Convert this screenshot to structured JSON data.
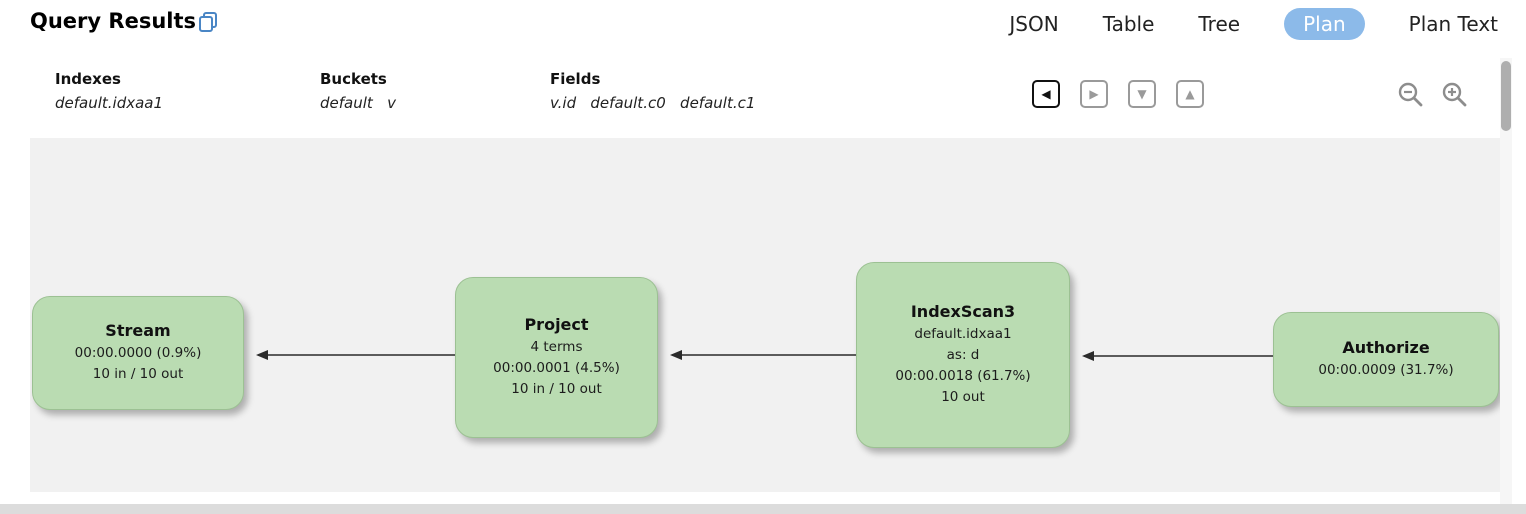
{
  "header": {
    "title": "Query Results",
    "tabs": [
      {
        "label": "JSON"
      },
      {
        "label": "Table"
      },
      {
        "label": "Tree"
      },
      {
        "label": "Plan"
      },
      {
        "label": "Plan Text"
      }
    ]
  },
  "toolbar": {
    "indexes_label": "Indexes",
    "indexes_value": "default.idxaa1",
    "buckets_label": "Buckets",
    "buckets_value": "default   v",
    "fields_label": "Fields",
    "fields_value": "v.id   default.c0   default.c1",
    "nav_icons": {
      "left": "◀",
      "right": "▶",
      "down": "▼",
      "up": "▲"
    }
  },
  "nodes": [
    {
      "title": "Stream",
      "lines": [
        "00:00.0000 (0.9%)",
        "10 in / 10 out"
      ]
    },
    {
      "title": "Project",
      "lines": [
        "4 terms",
        "00:00.0001 (4.5%)",
        "10 in / 10 out"
      ]
    },
    {
      "title": "IndexScan3",
      "lines": [
        "default.idxaa1",
        "as: d",
        "00:00.0018 (61.7%)",
        "10 out"
      ]
    },
    {
      "title": "Authorize",
      "lines": [
        "00:00.0009 (31.7%)"
      ]
    }
  ],
  "colors": {
    "node_fill": "#badcb2",
    "active_tab_bg": "#8cbae9",
    "canvas_bg": "#f1f1f1",
    "copy_icon_blue": "#4a86c5"
  }
}
